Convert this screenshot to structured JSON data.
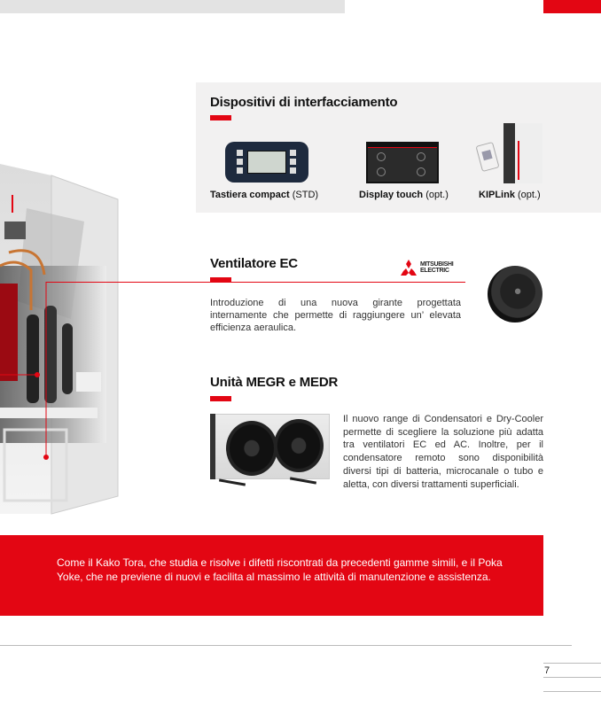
{
  "interface": {
    "title": "Dispositivi di interfacciamento",
    "devices": [
      {
        "name": "Tastiera compact",
        "tag": "(STD)"
      },
      {
        "name": "Display touch",
        "tag": "(opt.)"
      },
      {
        "name": "KIPLink",
        "tag": "(opt.)"
      }
    ]
  },
  "fan": {
    "title": "Ventilatore EC",
    "brand_logo": "MITSUBISHI ELECTRIC",
    "text": "Introduzione di una nuova girante progettata internamente che permette di raggiungere un’ elevata efficienza aeraulica."
  },
  "units": {
    "title": "Unità MEGR e MEDR",
    "text": "Il nuovo range di Condensatori e Dry-Cooler permette di scegliere la soluzione più adatta tra ventilatori EC ed AC. Inoltre, per il condensatore remoto sono disponibilità diversi tipi di batteria, microcanale o tubo e aletta, con diversi trattamenti superficiali."
  },
  "callout": {
    "text": "Come il Kako Tora, che studia e risolve i difetti riscontrati da precedenti gamme simili, e il Poka Yoke, che ne previene di nuovi e facilita al massimo le attività di manutenzione e assistenza."
  },
  "footer": {
    "page_number": "7"
  },
  "colors": {
    "accent": "#e30613",
    "panel": "#f2f1f1"
  }
}
